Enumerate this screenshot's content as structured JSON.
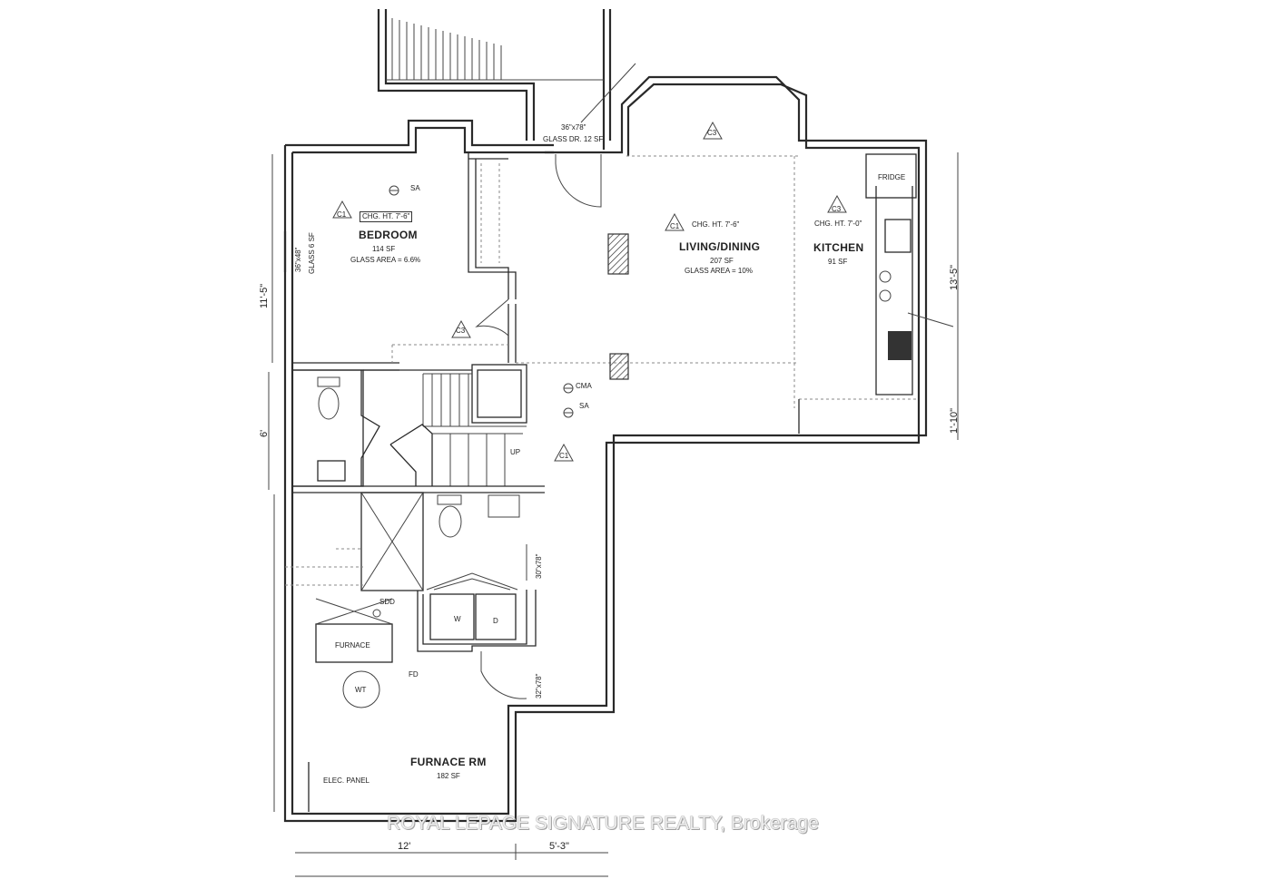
{
  "rooms": {
    "bedroom": {
      "name": "BEDROOM",
      "area": "114 SF",
      "glass": "GLASS AREA = 6.6%",
      "ceiling": "CHG. HT. 7'-6\"",
      "tag": "C1"
    },
    "living": {
      "name": "LIVING/DINING",
      "area": "207 SF",
      "glass": "GLASS AREA = 10%",
      "ceiling": "CHG. HT. 7'-6\"",
      "tag": "C1"
    },
    "kitchen": {
      "name": "KITCHEN",
      "area": "91 SF",
      "ceiling": "CHG. HT. 7'-0\"",
      "tag": "C3"
    },
    "furnace": {
      "name": "FURNACE RM",
      "area": "182 SF"
    }
  },
  "labels": {
    "glass_door_size": "36\"x78\"",
    "glass_door": "GLASS DR. 12 SF",
    "window_size": "36\"x48\"",
    "window_glass": "GLASS 6 SF",
    "fridge": "FRIDGE",
    "furnace_box": "FURNACE",
    "washer": "W",
    "dryer": "D",
    "water_tank": "WT",
    "fd": "FD",
    "sa": "SA",
    "cma": "CMA",
    "sdd": "SDD",
    "up": "UP",
    "elec_panel": "ELEC. PANEL",
    "door_top": "30\"x78\"",
    "door_bottom": "32\"x78\"",
    "tag_c1": "C1",
    "tag_c3": "C3"
  },
  "dimensions": {
    "bedroom_height": "11'-5\"",
    "bath_height": "6'",
    "kitchen_height": "13'-5\"",
    "step_height": "1'-10\"",
    "bottom_left": "12'",
    "bottom_right": "5'-3\""
  },
  "watermark": "ROYAL LEPAGE SIGNATURE REALTY, Brokerage"
}
